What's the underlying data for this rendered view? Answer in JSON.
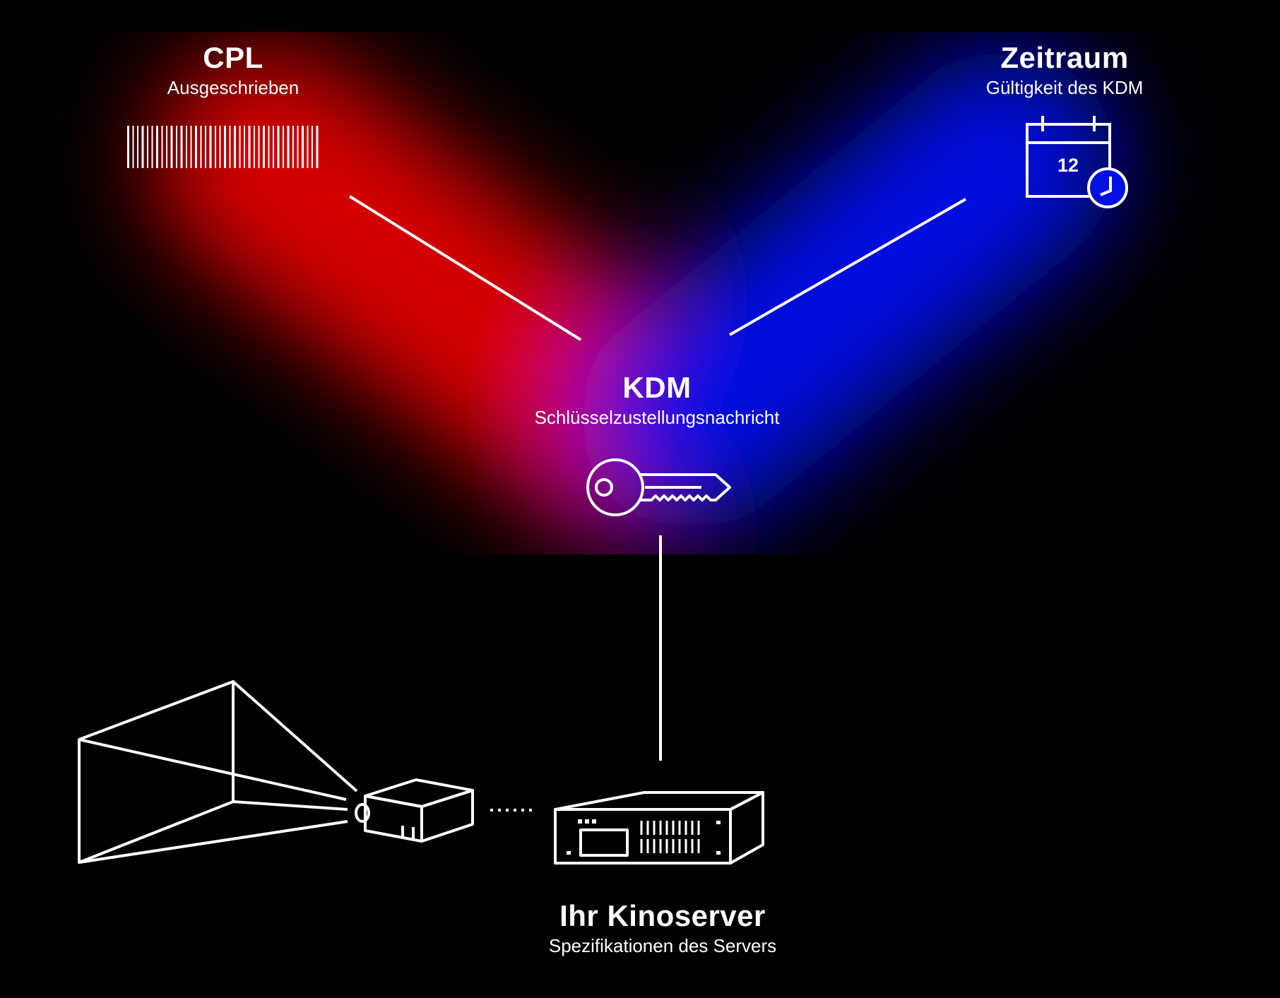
{
  "nodes": {
    "cpl": {
      "title": "CPL",
      "subtitle": "Ausgeschrieben",
      "color": "#d60000",
      "icon": "barcode-icon"
    },
    "zeitraum": {
      "title": "Zeitraum",
      "subtitle": "Gültigkeit des KDM",
      "color": "#0010e0",
      "icon": "calendar-clock-icon",
      "calendar_day": "12"
    },
    "kdm": {
      "title": "KDM",
      "subtitle": "Schlüsselzustellungsnachricht",
      "icon": "key-icon"
    },
    "server": {
      "title": "Ihr Kinoserver",
      "subtitle": "Spezifikationen des Servers",
      "color": "#00d400",
      "icon": "server-rack-icon"
    },
    "projector": {
      "icon": "projector-beam-icon"
    }
  },
  "connections": [
    {
      "from": "cpl",
      "to": "kdm",
      "style": "solid"
    },
    {
      "from": "zeitraum",
      "to": "kdm",
      "style": "solid"
    },
    {
      "from": "kdm",
      "to": "server",
      "style": "solid"
    },
    {
      "from": "projector",
      "to": "server",
      "style": "dotted"
    }
  ],
  "colors": {
    "background": "#000000",
    "foreground": "#ffffff",
    "red_glow": "#d60000",
    "blue_glow": "#0010e0",
    "green_glow": "#00d400"
  }
}
